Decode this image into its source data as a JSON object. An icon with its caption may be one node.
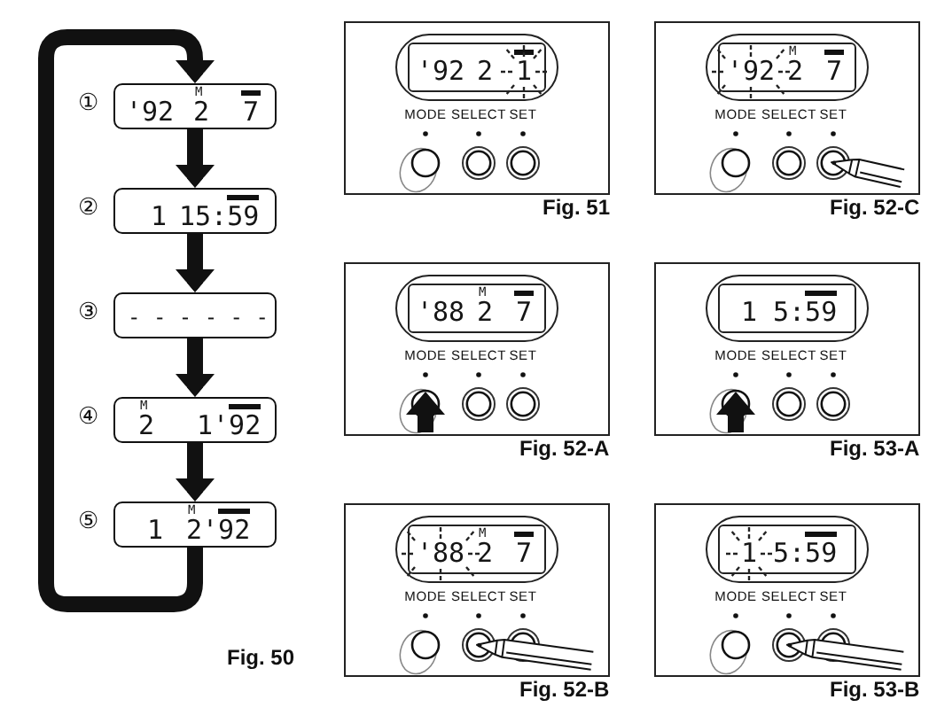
{
  "diagram": {
    "nodes": [
      {
        "text": [
          "'92",
          "M",
          "2",
          "7"
        ],
        "beside": [
          "①"
        ]
      },
      {
        "text": [
          "1",
          "15:59"
        ],
        "beside": [
          "②"
        ]
      },
      {
        "text": [
          "- - - - - -"
        ],
        "beside": [
          "③"
        ]
      },
      {
        "text": [
          "M",
          "2",
          "1'92"
        ],
        "beside": [
          "④"
        ]
      },
      {
        "text": [
          "1",
          "M",
          "2'92"
        ],
        "beside": [
          "⑤"
        ]
      },
      {
        "text": [
          "MODE",
          "SELECT",
          "SET"
        ],
        "beside": [
          "Fig. 51"
        ]
      },
      {
        "text": [
          "'92",
          "2",
          "1"
        ],
        "in": 5
      },
      {
        "text": [
          "MODE",
          "SELECT",
          "SET"
        ],
        "beside": [
          "Fig. 52-C"
        ]
      },
      {
        "text": [
          "'92",
          "M",
          "2",
          "7"
        ],
        "in": 7
      },
      {
        "text": [
          "MODE",
          "SELECT",
          "SET"
        ],
        "beside": [
          "Fig. 52-A"
        ]
      },
      {
        "text": [
          "'88",
          "M",
          "2",
          "7"
        ],
        "in": 9
      },
      {
        "text": [
          "MODE",
          "SELECT",
          "SET"
        ],
        "beside": [
          "Fig. 53-A"
        ]
      },
      {
        "text": [
          "1",
          "5:59"
        ],
        "in": 11
      },
      {
        "text": [
          "MODE",
          "SELECT",
          "SET"
        ],
        "beside": [
          "Fig. 52-B"
        ]
      },
      {
        "text": [
          "'88",
          "M",
          "2",
          "7"
        ],
        "in": 13
      },
      {
        "text": [
          "MODE",
          "SELECT",
          "SET"
        ],
        "beside": [
          "Fig. 53-B"
        ]
      },
      {
        "text": [
          "1",
          "5:59"
        ],
        "in": 15
      }
    ],
    "edges": [
      {
        "from": 0,
        "to": 1,
        "arrow": "to"
      },
      {
        "from": 1,
        "to": 2,
        "arrow": "to"
      },
      {
        "from": 2,
        "to": 3,
        "arrow": "to"
      },
      {
        "from": 3,
        "to": 4,
        "arrow": "to"
      },
      {
        "from": 4,
        "to": 0,
        "arrow": "to"
      }
    ],
    "labels": [
      "Fig. 50"
    ]
  }
}
